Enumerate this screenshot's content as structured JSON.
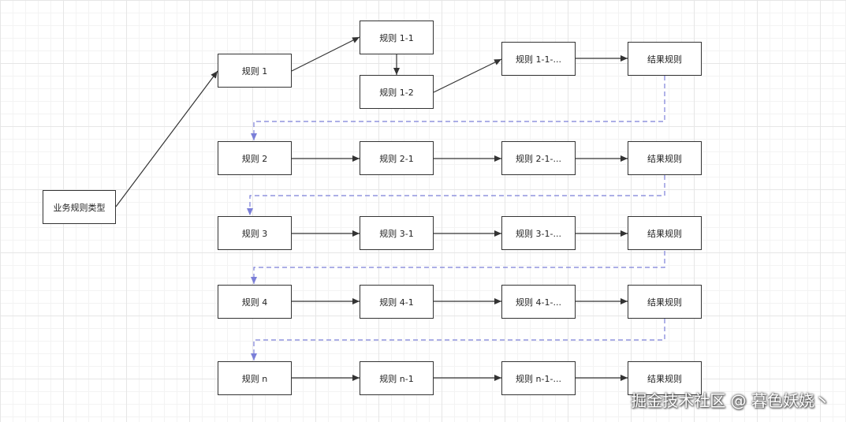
{
  "diagram": {
    "nodes": {
      "root": "业务规则类型",
      "r1": "规则 1",
      "r1_1": "规则 1-1",
      "r1_2": "规则 1-2",
      "r1_1x": "规则 1-1-...",
      "res1": "结果规则",
      "r2": "规则 2",
      "r2_1": "规则 2-1",
      "r2_1x": "规则 2-1-...",
      "res2": "结果规则",
      "r3": "规则 3",
      "r3_1": "规则 3-1",
      "r3_1x": "规则 3-1-...",
      "res3": "结果规则",
      "r4": "规则 4",
      "r4_1": "规则 4-1",
      "r4_1x": "规则 4-1-...",
      "res4": "结果规则",
      "rn": "规则 n",
      "rn_1": "规则 n-1",
      "rn_1x": "规则 n-1-...",
      "resn": "结果规则"
    },
    "colors": {
      "solid_edge": "#333333",
      "dashed_edge": "#7b7fd8"
    }
  },
  "watermark": "掘金技术社区 @ 暮色妖娆丶"
}
